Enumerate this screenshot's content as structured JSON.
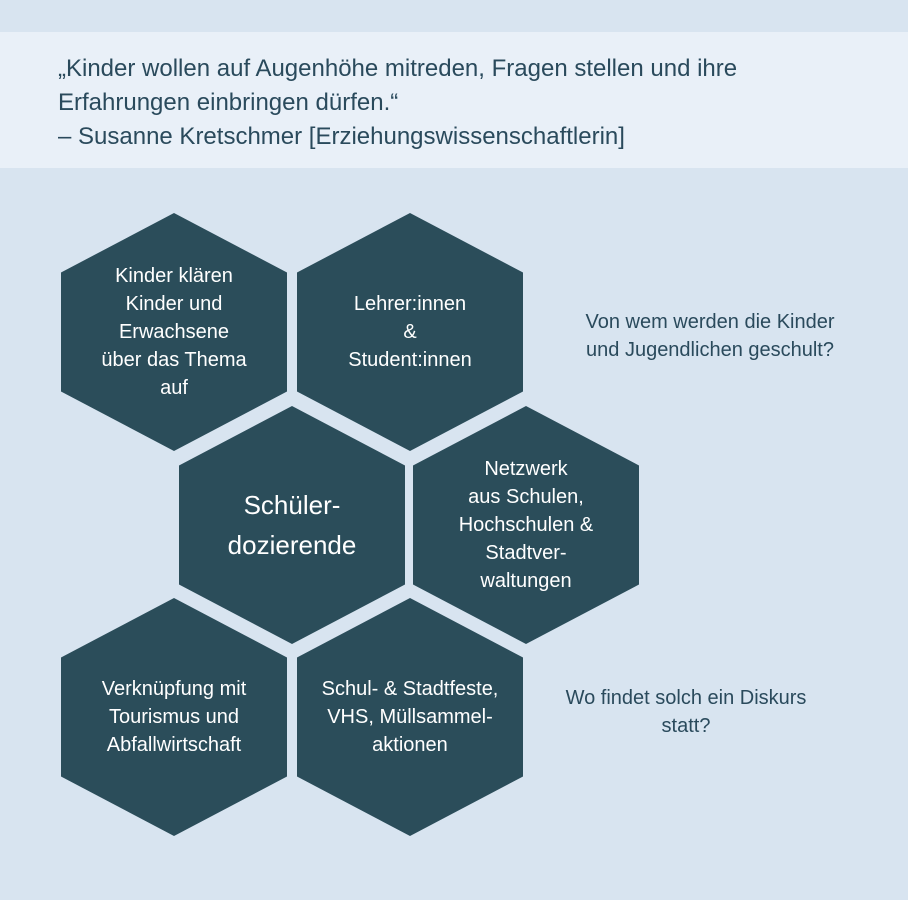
{
  "quote": {
    "line1": "„Kinder wollen auf Augenhöhe mitreden, Fragen stellen und ihre",
    "line2": "Erfahrungen einbringen dürfen.“",
    "attribution": "– Susanne Kretschmer [Erziehungswissenschaftlerin]"
  },
  "hexagons": {
    "top_left": "Kinder klären\nKinder und\nErwachsene\nüber das Thema\nauf",
    "top_middle": "Lehrer:innen\n&\nStudent:innen",
    "center": "Schüler-\ndozierende",
    "right": "Netzwerk\naus Schulen,\nHochschulen &\nStadtver-\nwaltungen",
    "bottom_left": "Verknüpfung mit\nTourismus und\nAbfallwirtschaft",
    "bottom_middle": "Schul- & Stadtfeste,\nVHS, Müllsammel-\naktionen"
  },
  "questions": {
    "top": "Von wem werden die Kinder\nund Jugendlichen geschult?",
    "bottom": "Wo findet solch ein Diskurs\nstatt?"
  },
  "colors": {
    "background": "#d8e4f0",
    "quote_band": "#e9f0f8",
    "hexagon": "#2b4d5a",
    "text_dark": "#2a4a5c"
  }
}
